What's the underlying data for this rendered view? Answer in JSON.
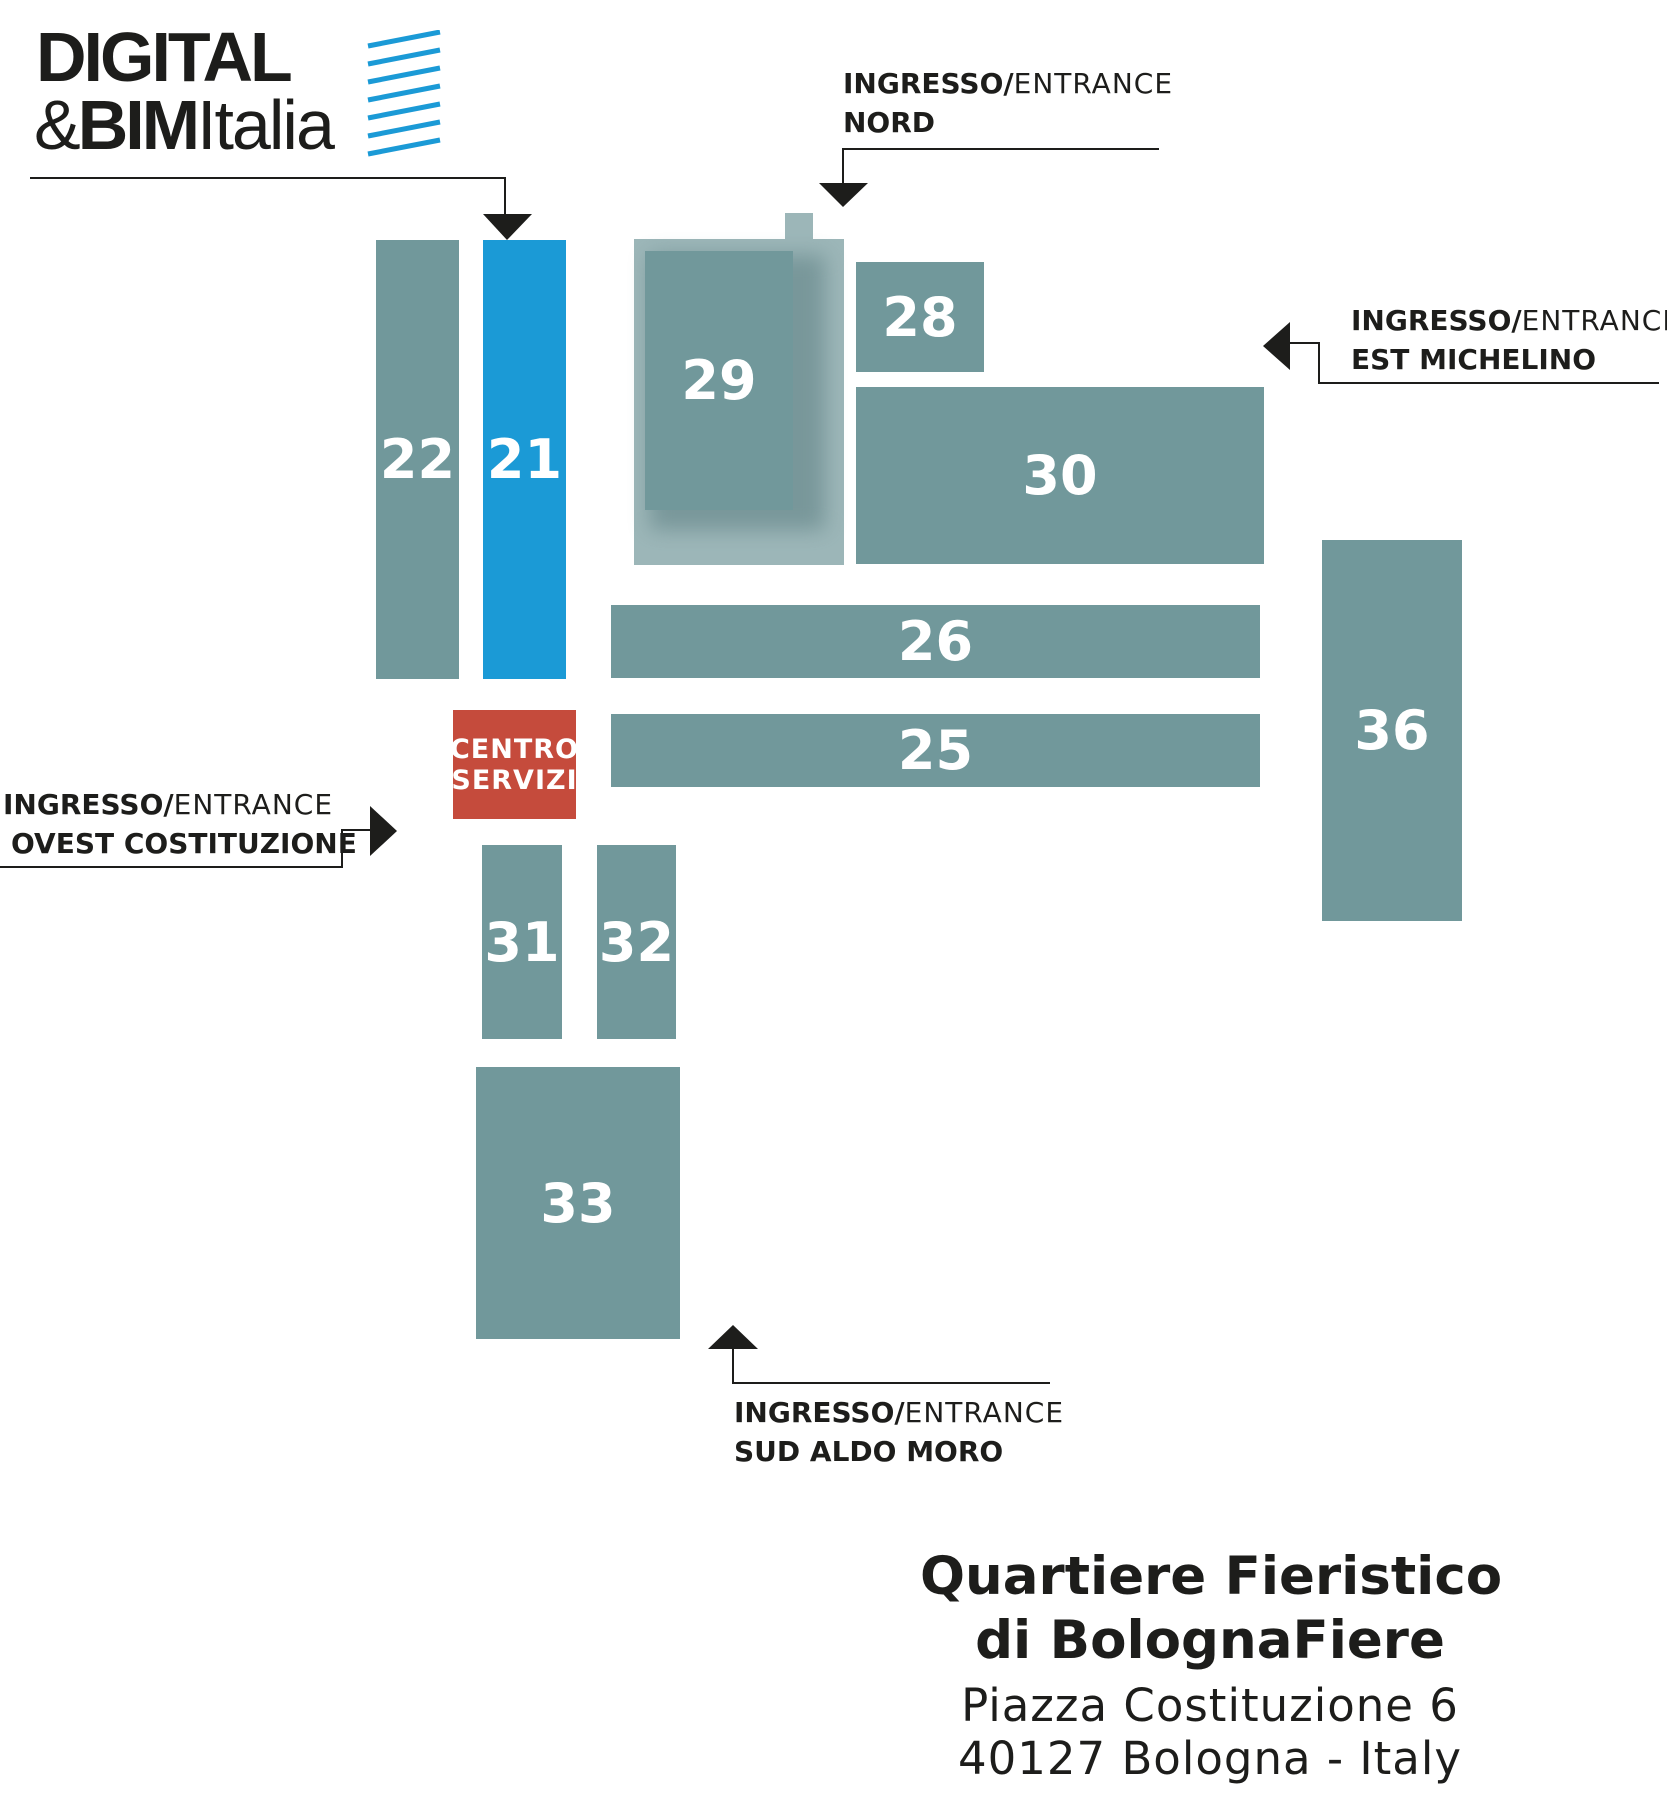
{
  "logo": {
    "line1": "DIGITAL",
    "line2_amp": "&",
    "line2_bold": "BIM",
    "line2_light": "Italia",
    "stripe_color": "#1b9ad6"
  },
  "halls": {
    "h22": "22",
    "h21": "21",
    "h29": "29",
    "h28": "28",
    "h30": "30",
    "h26": "26",
    "h25": "25",
    "h36": "36",
    "h31": "31",
    "h32": "32",
    "h33": "33",
    "services_line1": "CENTRO",
    "services_line2": "SERVIZI"
  },
  "entrances": {
    "prefix_bold": "INGRESSO/",
    "prefix_light": "ENTRANCE",
    "north": "NORD",
    "east": "EST MICHELINO",
    "west": "OVEST COSTITUZIONE",
    "south": "SUD ALDO MORO"
  },
  "venue": {
    "title_line1": "Quartiere Fieristico",
    "title_line2": "di BolognaFiere",
    "address_line1": "Piazza Costituzione 6",
    "address_line2": "40127 Bologna - Italy"
  },
  "colors": {
    "hall": "#71989b",
    "hall_light": "#9cb6b8",
    "highlight_hall": "#1b9ad6",
    "services": "#c54b3c",
    "text": "#1d1d1b"
  }
}
